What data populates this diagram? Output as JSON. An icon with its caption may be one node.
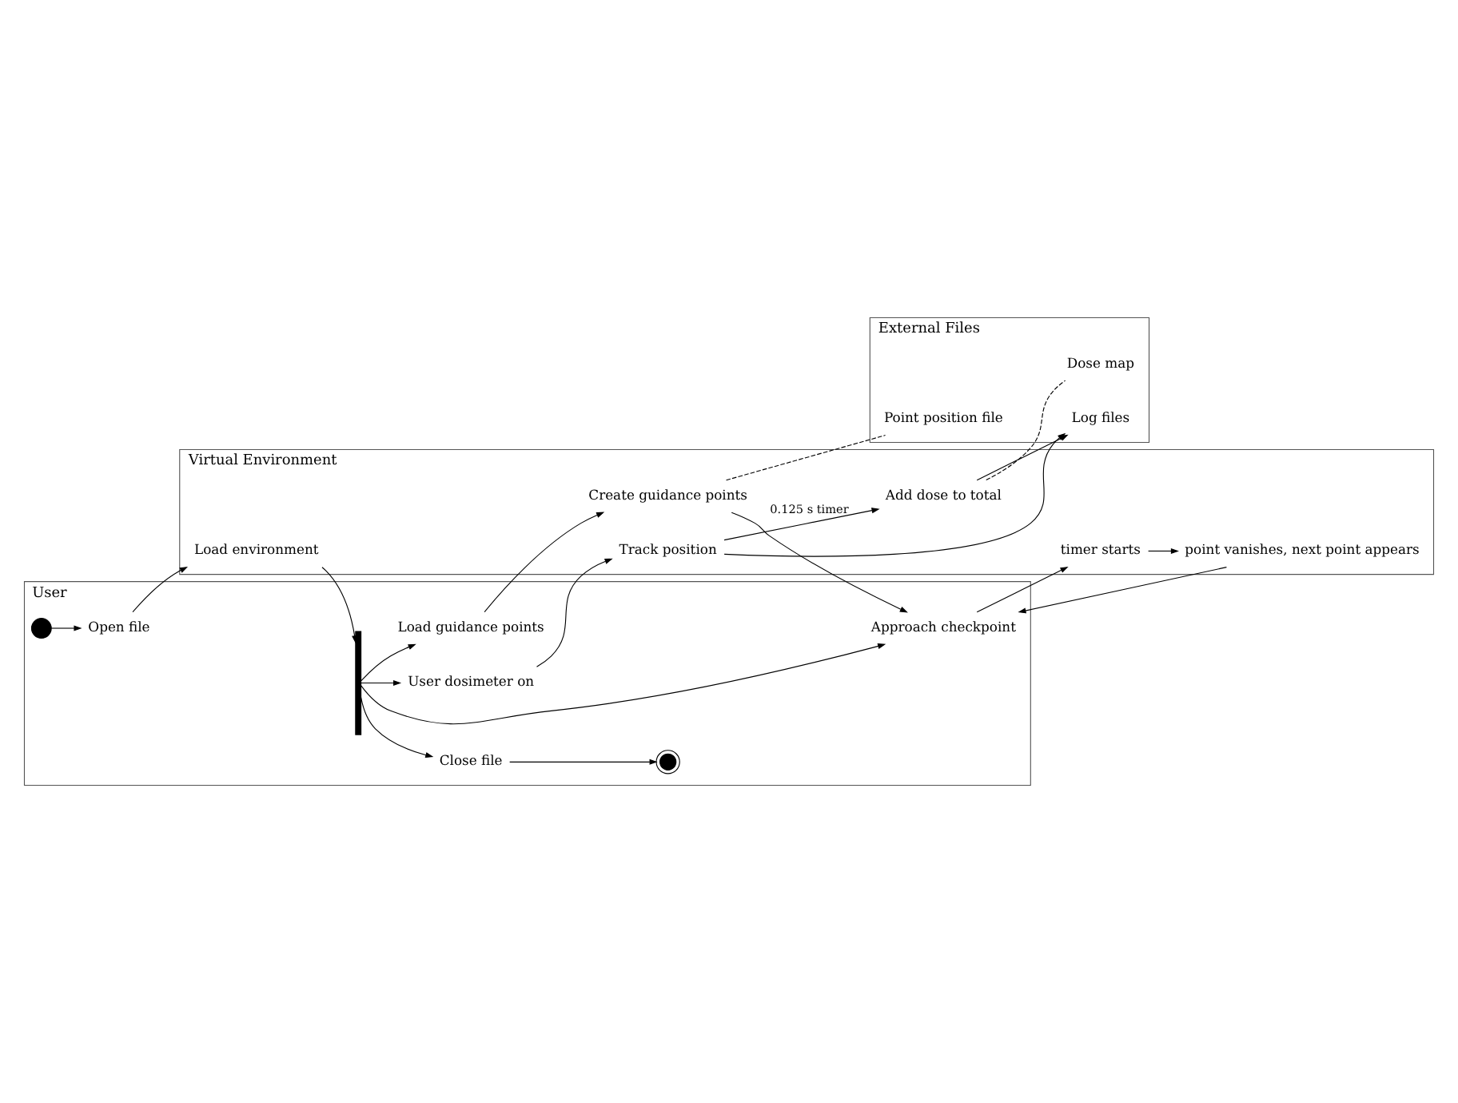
{
  "diagram": {
    "nodes": [
      {
        "text": [
          "User"
        ]
      },
      {
        "text": [
          "Virtual Environment"
        ]
      },
      {
        "text": [
          "External Files"
        ]
      },
      {
        "text": [],
        "shape": "circle",
        "in": 0
      },
      {
        "text": [
          "Open file"
        ],
        "in": 0
      },
      {
        "text": [],
        "shape": "bar",
        "in": 0
      },
      {
        "text": [
          "User dosimeter on"
        ],
        "in": 0
      },
      {
        "text": [
          "Load guidance points"
        ],
        "in": 0
      },
      {
        "text": [
          "Approach checkpoint"
        ],
        "in": 0
      },
      {
        "text": [
          "Close file"
        ],
        "in": 0
      },
      {
        "text": [],
        "shape": "circle",
        "in": 0
      },
      {
        "text": [
          "Load environment"
        ],
        "in": 1
      },
      {
        "text": [
          "Track position"
        ],
        "in": 1
      },
      {
        "text": [
          "Add dose to total"
        ],
        "in": 1
      },
      {
        "text": [
          "Create guidance points"
        ],
        "in": 1
      },
      {
        "text": [
          "timer starts"
        ],
        "in": 1
      },
      {
        "text": [
          "point vanishes, next point appears"
        ],
        "in": 1
      },
      {
        "text": [
          "Dose map"
        ],
        "in": 2
      },
      {
        "text": [
          "Point position file"
        ],
        "in": 2
      },
      {
        "text": [
          "Log files"
        ],
        "in": 2
      }
    ],
    "edges": [
      {
        "from": 3,
        "to": 4,
        "arrow": "to"
      },
      {
        "from": 4,
        "to": 11,
        "arrow": "to"
      },
      {
        "from": 11,
        "to": 5,
        "arrow": "to"
      },
      {
        "from": 5,
        "to": 6,
        "arrow": "to"
      },
      {
        "from": 5,
        "to": 7,
        "arrow": "to"
      },
      {
        "from": 5,
        "to": 8,
        "arrow": "to"
      },
      {
        "from": 5,
        "to": 9,
        "arrow": "to"
      },
      {
        "from": 9,
        "to": 10,
        "arrow": "to"
      },
      {
        "from": 6,
        "to": 12,
        "arrow": "to"
      },
      {
        "from": 12,
        "to": 13,
        "label": "0.125 s timer",
        "arrow": "to"
      },
      {
        "from": 7,
        "to": 14,
        "arrow": "to"
      },
      {
        "from": 8,
        "to": 15,
        "arrow": "to"
      },
      {
        "from": 15,
        "to": 16,
        "arrow": "to"
      },
      {
        "from": 14,
        "to": 8,
        "arrow": "to"
      },
      {
        "from": 16,
        "to": 8,
        "arrow": "to"
      },
      {
        "from": 13,
        "to": 19,
        "arrow": "to"
      },
      {
        "from": 12,
        "to": 19,
        "arrow": "to"
      },
      {
        "from": 13,
        "to": 17,
        "arrow": "none",
        "style": "dashed"
      },
      {
        "from": 14,
        "to": 18,
        "arrow": "none",
        "style": "dashed"
      }
    ]
  }
}
